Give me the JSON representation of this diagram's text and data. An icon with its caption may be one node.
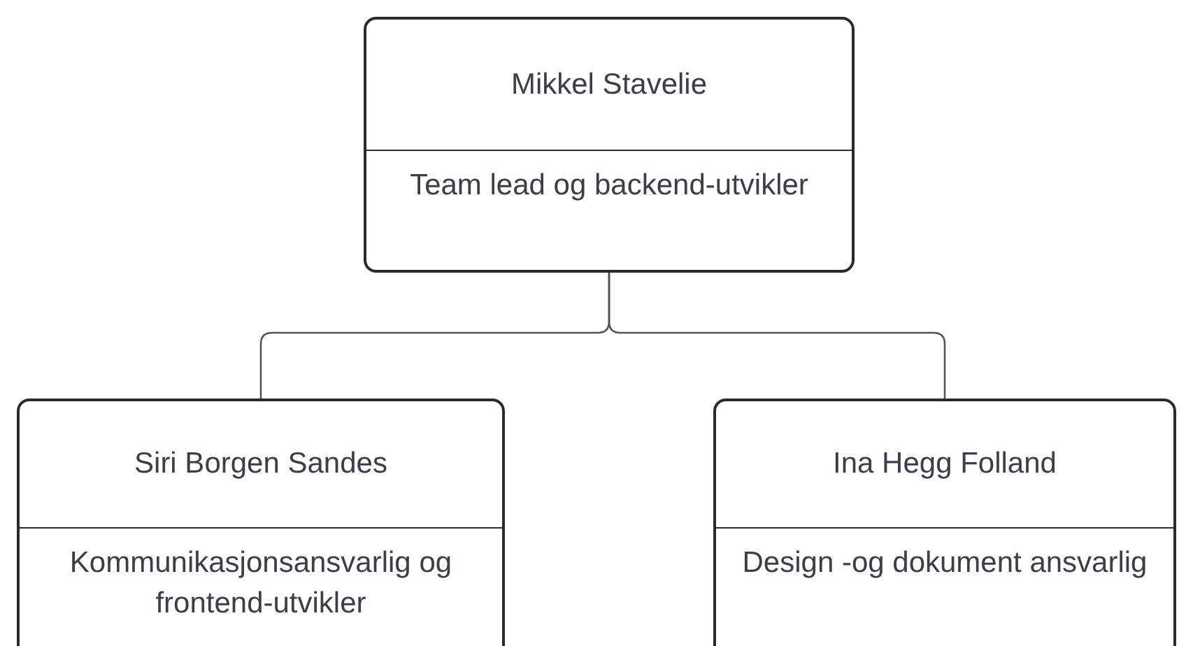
{
  "diagram": {
    "nodes": [
      {
        "text": [
          "Mikkel Stavelie",
          "Team lead og backend-utvikler"
        ]
      },
      {
        "text": [
          "Siri Borgen Sandes",
          "Kommunikasjonsansvarlig og frontend-utvikler"
        ]
      },
      {
        "text": [
          "Ina Hegg Folland",
          "Design -og dokument ansvarlig"
        ]
      }
    ],
    "edges": [
      {
        "from": 0,
        "to": 1,
        "arrow": "none"
      },
      {
        "from": 0,
        "to": 2,
        "arrow": "none"
      }
    ]
  }
}
